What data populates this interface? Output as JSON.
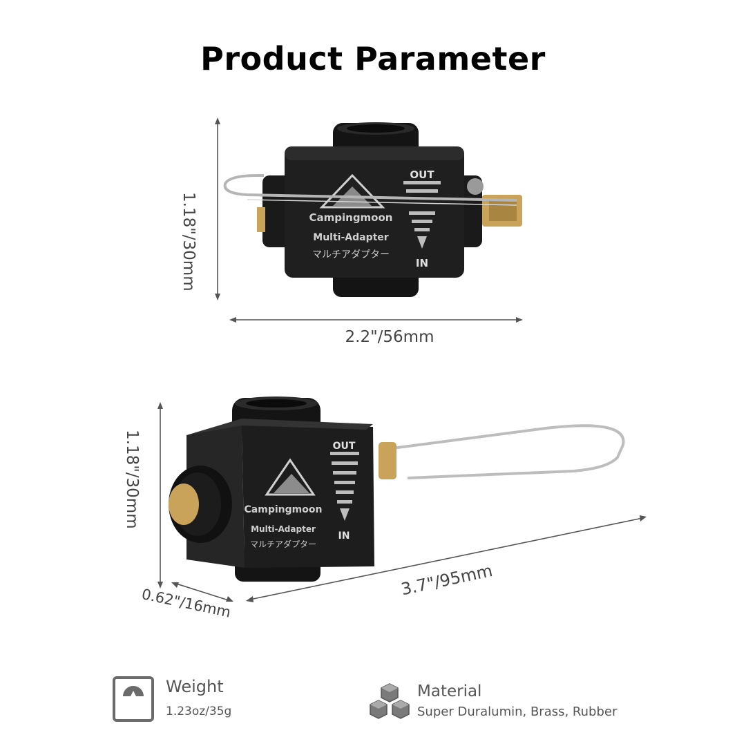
{
  "page": {
    "title": "Product Parameter"
  },
  "front_view": {
    "product_text": {
      "brand": "Campingmoon",
      "model": "Multi-Adapter",
      "model_jp": "マルチアダプター",
      "flow_out": "OUT",
      "flow_in": "IN"
    },
    "height_label": "1.18\"/30mm",
    "width_label": "2.2\"/56mm"
  },
  "angled_view": {
    "product_text": {
      "brand": "Campingmoon",
      "model": "Multi-Adapter",
      "model_jp": "マルチアダプター",
      "flow_out": "OUT",
      "flow_in": "IN"
    },
    "height_label": "1.18\"/30mm",
    "depth_label": "0.62\"/16mm",
    "length_label": "3.7\"/95mm"
  },
  "specs": [
    {
      "icon": "scale-icon",
      "title": "Weight",
      "value": "1.23oz/35g"
    },
    {
      "icon": "cubes-icon",
      "title": "Material",
      "value": "Super Duralumin, Brass, Rubber"
    }
  ],
  "colors": {
    "body": "#1c1c1c",
    "brass": "#c9a35a",
    "wire": "#b9b9b9",
    "dim_line": "#555555",
    "icon_gray": "#6b6b6b"
  }
}
